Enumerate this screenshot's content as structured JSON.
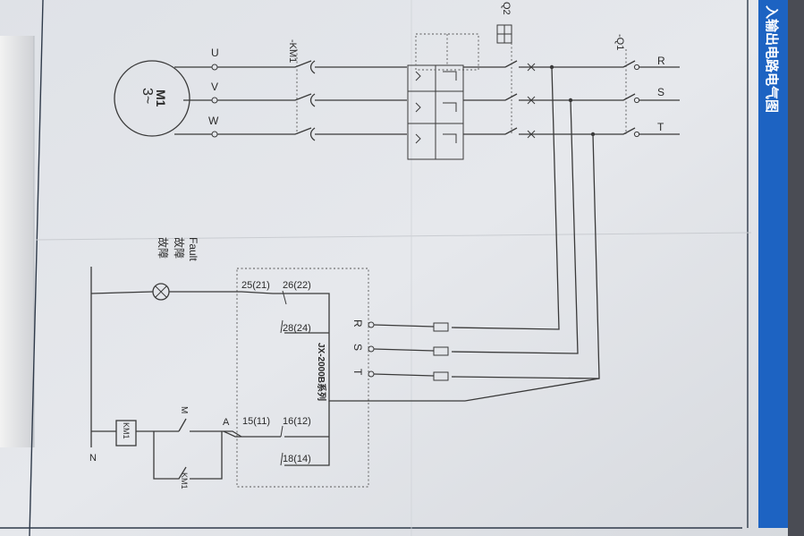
{
  "header": {
    "title": "入输出电路电气图"
  },
  "motor": {
    "name": "M1",
    "phase": "3~",
    "terminals": [
      "U",
      "V",
      "W"
    ]
  },
  "contactor": {
    "label": "-KM1",
    "coil": "KM1",
    "aux": "KM1"
  },
  "breakers": {
    "q1": "-Q1",
    "q2": "Q2"
  },
  "supply": {
    "phases": [
      "R",
      "S",
      "T"
    ]
  },
  "fault": {
    "label_en": "Fault",
    "label_cn1": "故障",
    "label_cn2": "故障"
  },
  "controller": {
    "model": "JX-2000B系列",
    "inputs": [
      "R",
      "S",
      "T"
    ],
    "t25": "25(21)",
    "t26": "26(22)",
    "t28": "28(24)",
    "t15": "15(11)",
    "t16": "16(12)",
    "t18": "18(14)",
    "a": "A"
  },
  "control": {
    "neutral": "N",
    "m_label": "M"
  }
}
